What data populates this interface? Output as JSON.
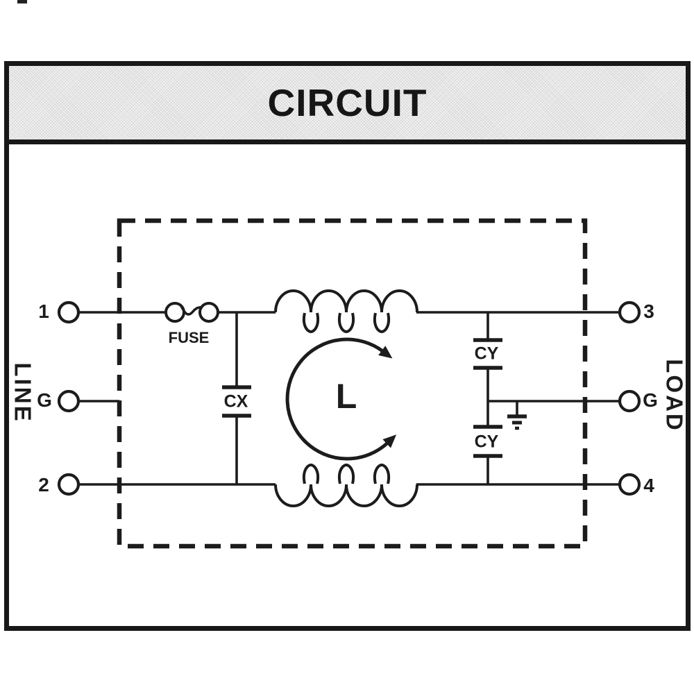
{
  "header": {
    "title": "CIRCUIT"
  },
  "diagram": {
    "line_side": {
      "label": "LINE",
      "terminal_1": "1",
      "terminal_g": "G",
      "terminal_2": "2"
    },
    "load_side": {
      "label": "LOAD",
      "terminal_3": "3",
      "terminal_g": "G",
      "terminal_4": "4"
    },
    "components": {
      "fuse_label": "FUSE",
      "cx_label": "CX",
      "inductor_label": "L",
      "cy_top_label": "CY",
      "cy_bottom_label": "CY"
    },
    "colors": {
      "ink": "#1c1c1c",
      "header_bg": "#e7e7e7"
    }
  }
}
